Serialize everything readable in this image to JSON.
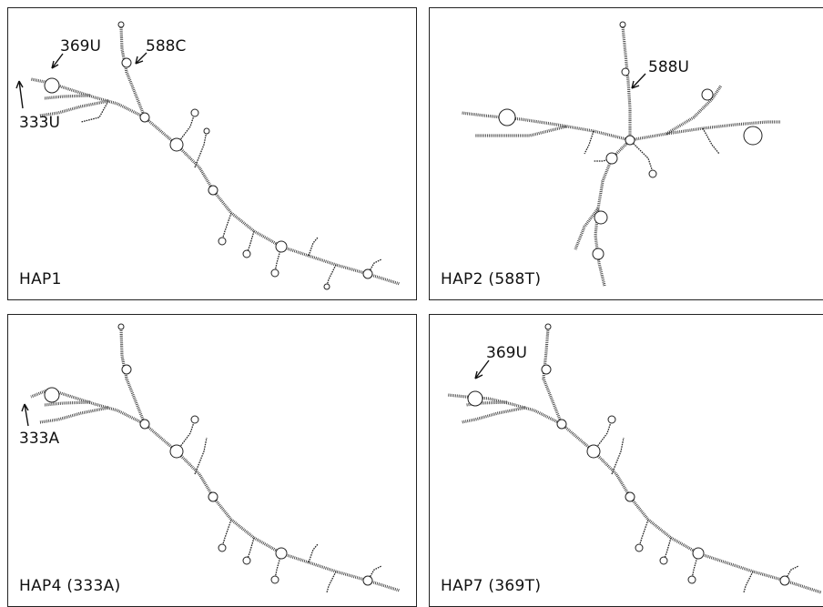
{
  "panels": [
    {
      "id": "hap1",
      "label": "HAP1",
      "annotations": [
        "369U",
        "588C",
        "333U"
      ]
    },
    {
      "id": "hap2",
      "label": "HAP2 (588T)",
      "annotations": [
        "588U"
      ]
    },
    {
      "id": "hap4",
      "label": "HAP4 (333A)",
      "annotations": [
        "333A"
      ]
    },
    {
      "id": "hap7",
      "label": "HAP7 (369T)",
      "annotations": [
        "369U"
      ]
    }
  ]
}
